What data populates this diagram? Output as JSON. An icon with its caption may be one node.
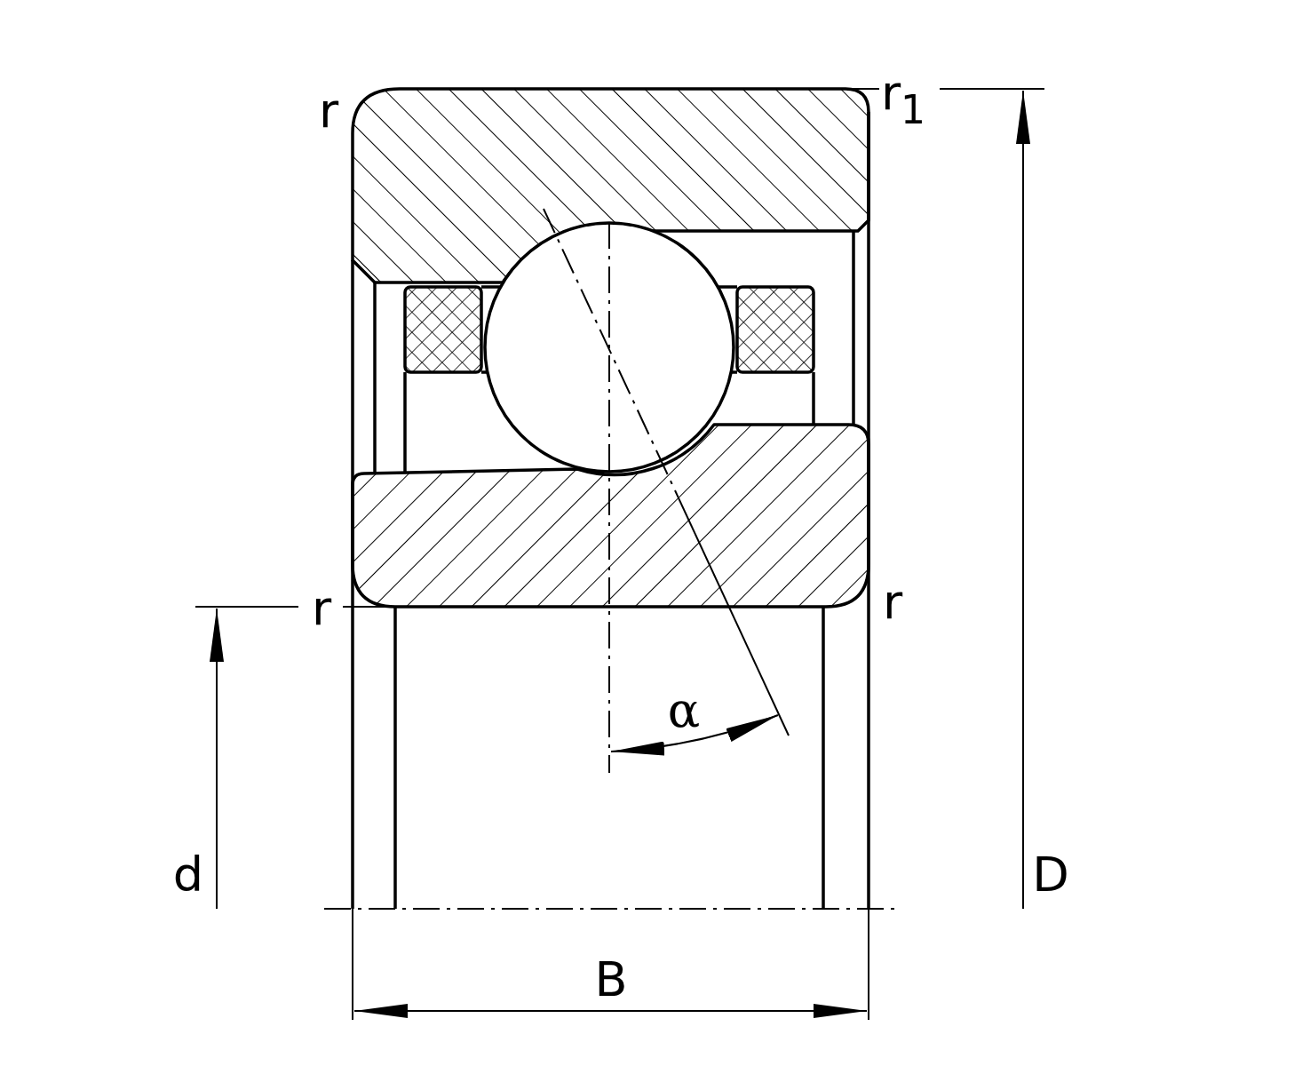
{
  "diagram": {
    "labels": [
      "r",
      "r$_{1}$",
      "r",
      "r",
      "α",
      "d",
      "D",
      "B"
    ]
  }
}
